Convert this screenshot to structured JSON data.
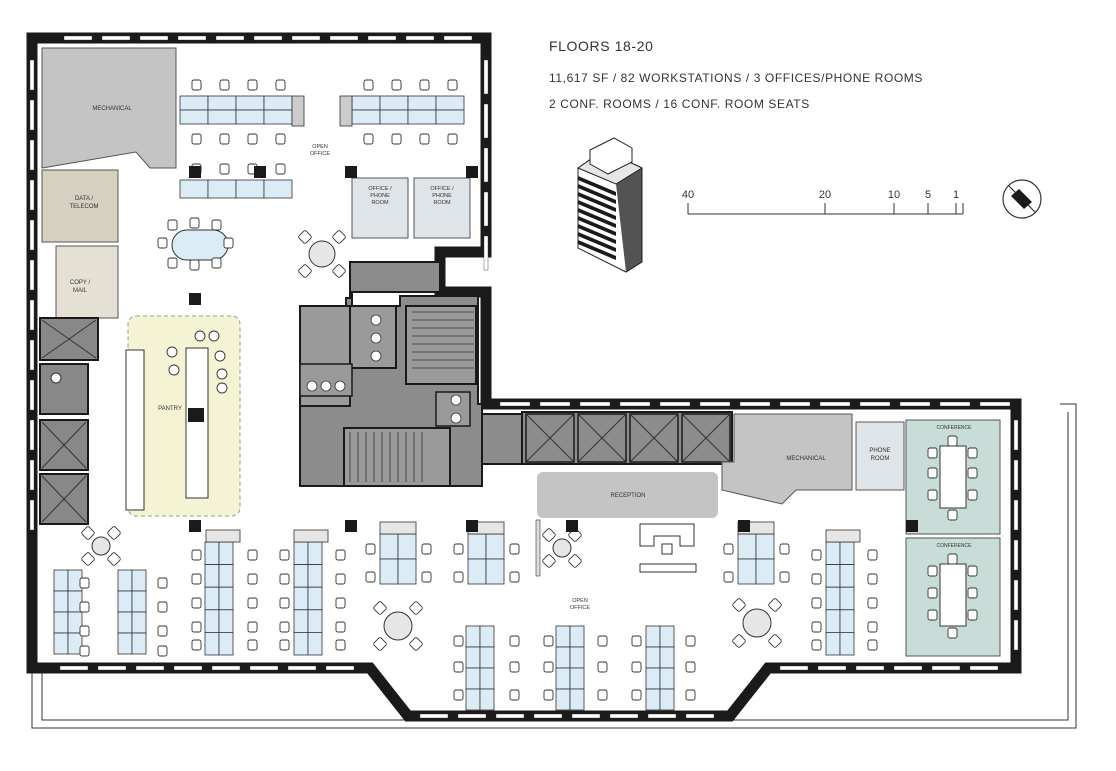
{
  "header": {
    "title": "FLOORS 18-20",
    "stats_line_1": "11,617 SF   /  82 WORKSTATIONS   /  3 OFFICES/PHONE ROOMS",
    "stats_line_2": "2 CONF. ROOMS   /   16 CONF. ROOM SEATS"
  },
  "scale_bar": {
    "labels": [
      "40",
      "20",
      "10",
      "5",
      "1"
    ]
  },
  "rooms": {
    "mechanical_1": "MECHANICAL",
    "open_office_1_l1": "OPEN",
    "open_office_1_l2": "OFFICE",
    "office_phone_l1": "OFFICE /",
    "office_phone_l2": "PHONE",
    "office_phone_l3": "ROOM",
    "data_telecom_l1": "DATA /",
    "data_telecom_l2": "TELECOM",
    "copy_mail_l1": "COPY /",
    "copy_mail_l2": "MAIL",
    "pantry": "PANTRY",
    "reception": "RECEPTION",
    "mechanical_2": "MECHANICAL",
    "phone_room_l1": "PHONE",
    "phone_room_l2": "ROOM",
    "conference": "CONFERENCE",
    "open_office_2_l1": "OPEN",
    "open_office_2_l2": "OFFICE"
  },
  "colors": {
    "wall": "#1a1a1a",
    "core": "#8c8c8c",
    "mechanical": "#bfbfbf",
    "desk": "#dcecf7",
    "pantry": "#f4f4d4",
    "conference": "#c8dcd8",
    "utility": "#d6d0c0"
  },
  "icons": [
    "compass-icon",
    "building-icon"
  ]
}
